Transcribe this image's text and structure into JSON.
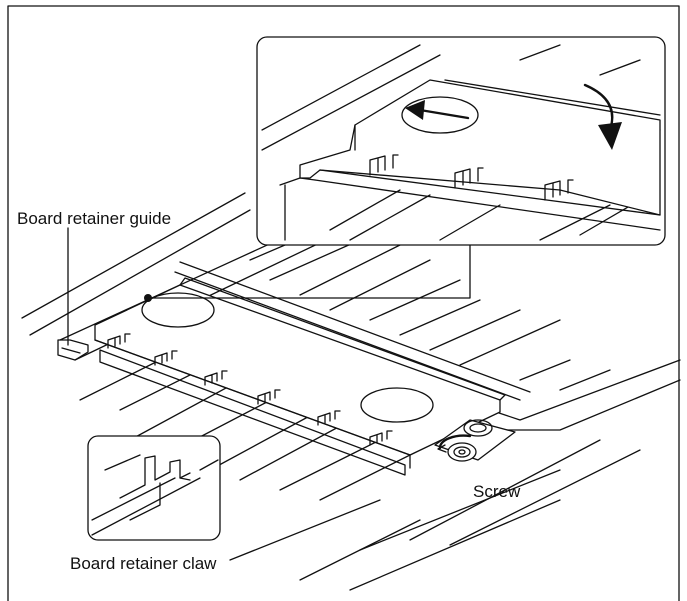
{
  "labels": {
    "guide": "Board retainer guide",
    "screw": "Screw",
    "claw": "Board retainer claw"
  }
}
